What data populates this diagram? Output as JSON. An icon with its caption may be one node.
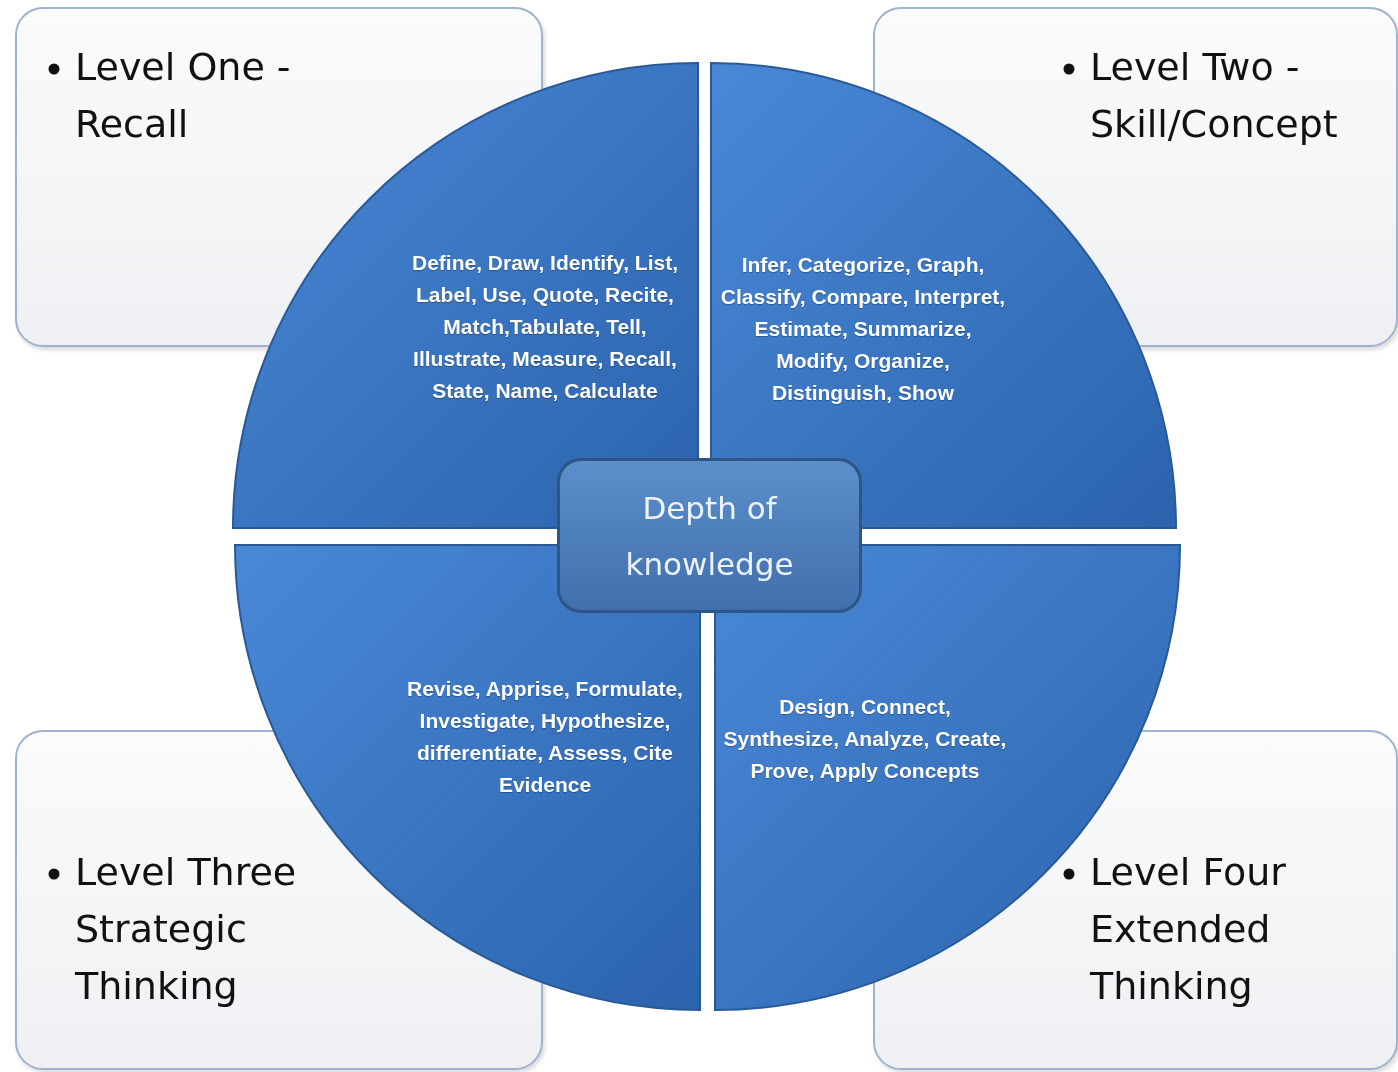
{
  "diagram": {
    "nodes": [
      {
        "text": [
          "Level One - Recall"
        ]
      },
      {
        "text": [
          "Level Two - Skill/Concept"
        ]
      },
      {
        "text": [
          "Level Three Strategic Thinking"
        ]
      },
      {
        "text": [
          "Level Four Extended Thinking"
        ]
      },
      {
        "text": [
          "Define, Draw, Identify, List, Label, Use, Quote, Recite, Match,Tabulate, Tell, Illustrate, Measure, Recall, State, Name, Calculate"
        ]
      },
      {
        "text": [
          "Infer, Categorize, Graph, Classify, Compare, Interpret, Estimate, Summarize, Modify, Organize, Distinguish, Show"
        ]
      },
      {
        "text": [
          "Revise, Apprise, Formulate, Investigate, Hypothesize, differentiate, Assess, Cite Evidence"
        ]
      },
      {
        "text": [
          "Design, Connect, Synthesize, Analyze, Create, Prove, Apply Concepts"
        ]
      },
      {
        "text": [
          "Depth of knowledge"
        ]
      }
    ]
  }
}
